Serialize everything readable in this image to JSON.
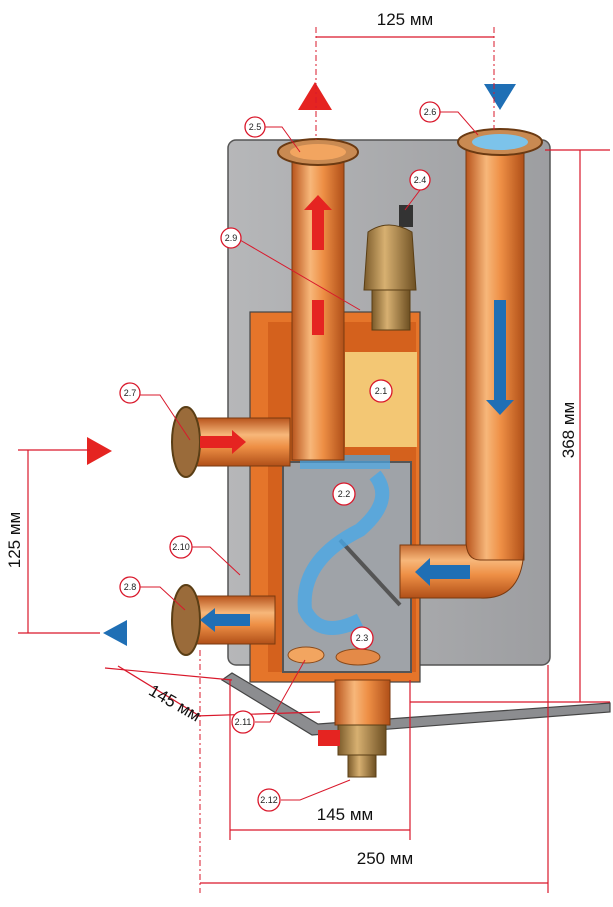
{
  "dimensions": {
    "top_spacing": "125 мм",
    "height": "368 мм",
    "left_spacing": "125 мм",
    "depth": "145 мм",
    "box_width": "145 мм",
    "total_width": "250 мм"
  },
  "callouts": {
    "c2_1": "2.1",
    "c2_2": "2.2",
    "c2_3": "2.3",
    "c2_4": "2.4",
    "c2_5": "2.5",
    "c2_6": "2.6",
    "c2_7": "2.7",
    "c2_8": "2.8",
    "c2_9": "2.9",
    "c2_10": "2.10",
    "c2_11": "2.11",
    "c2_12": "2.12"
  },
  "colors": {
    "hot": "#e52421",
    "cold": "#1f6fb5",
    "copper": "#e8883a",
    "plate": "#a9aaac",
    "dimension": "#d9182b"
  }
}
